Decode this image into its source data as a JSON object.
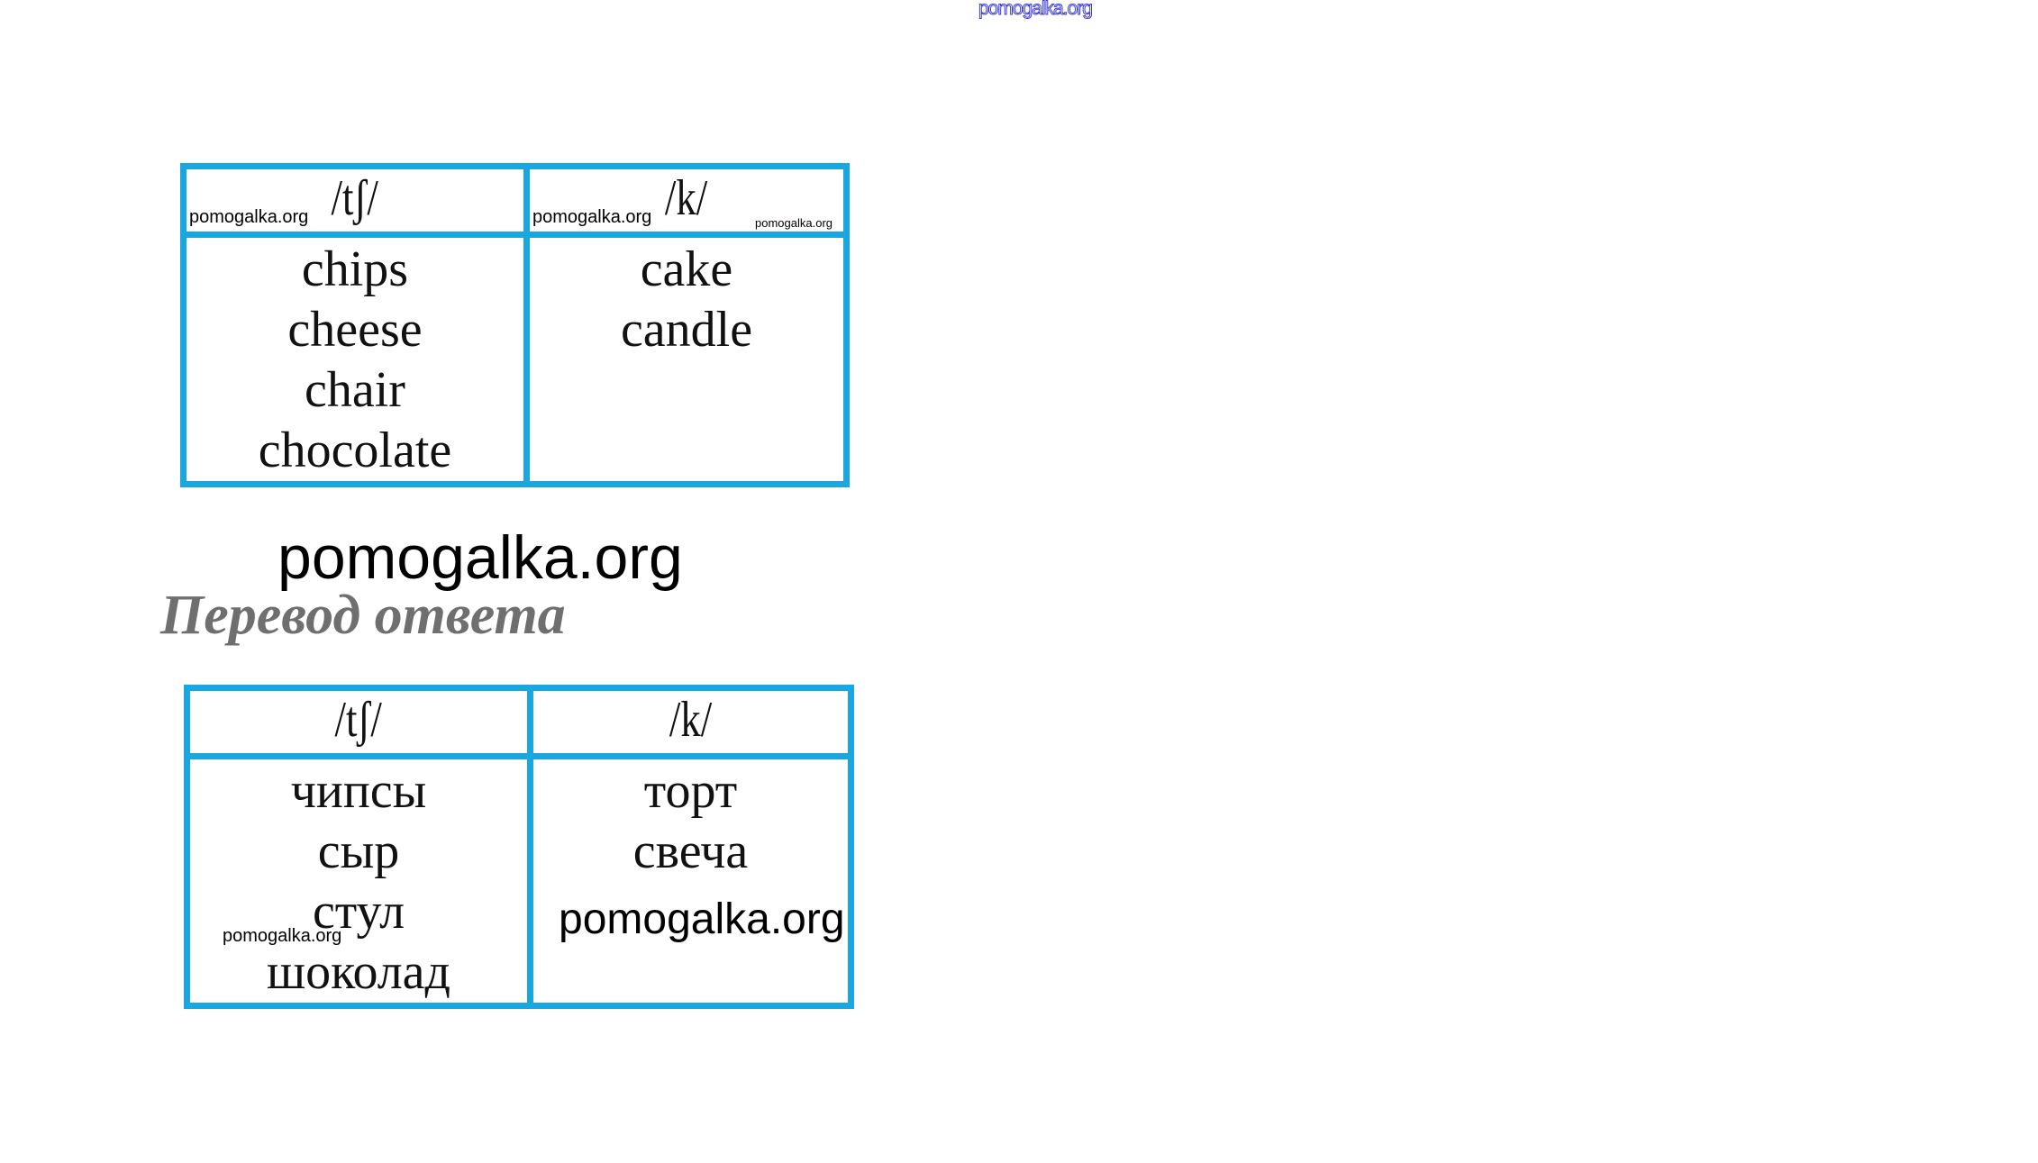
{
  "watermark": "pomogalka.org",
  "heading": "Перевод ответа",
  "colors": {
    "table_border": "#1aa7e0",
    "heading": "#6f6f6f",
    "top_watermark": "#3b3bd6"
  },
  "table_english": {
    "headers": [
      "/tʃ/",
      "/k/"
    ],
    "columns": [
      [
        "chips",
        "cheese",
        "chair",
        "chocolate"
      ],
      [
        "cake",
        "candle"
      ]
    ]
  },
  "table_russian": {
    "headers": [
      "/tʃ/",
      "/k/"
    ],
    "columns": [
      [
        "чипсы",
        "сыр",
        "стул",
        "шоколад"
      ],
      [
        "торт",
        "свеча"
      ]
    ]
  }
}
